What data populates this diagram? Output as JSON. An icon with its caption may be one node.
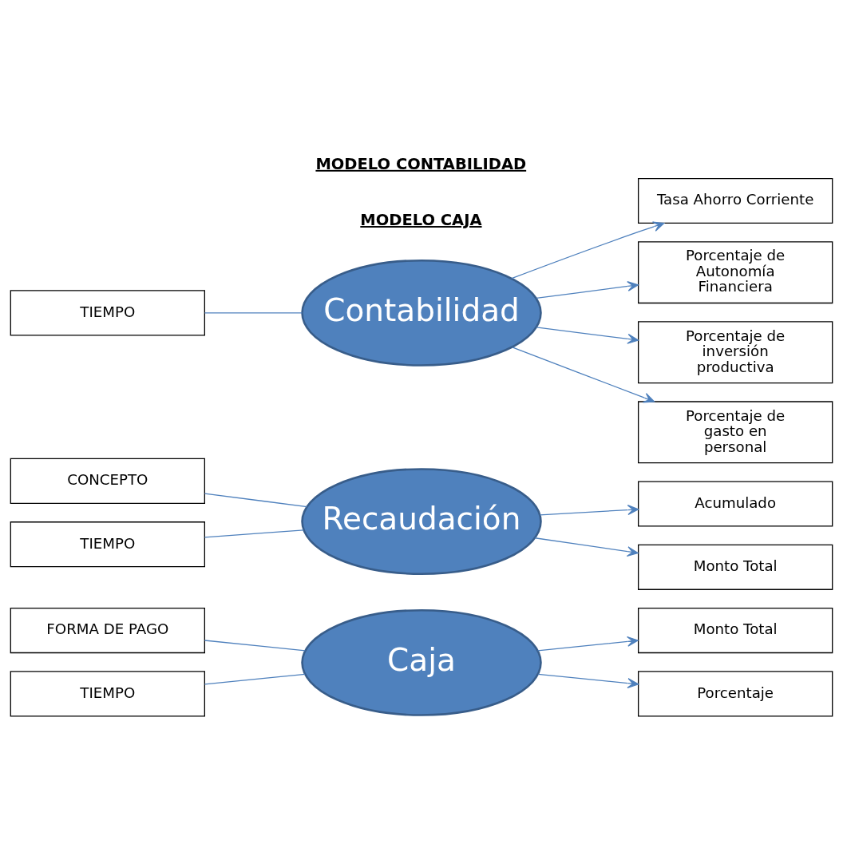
{
  "diagram": {
    "nodes": [
      {
        "text": [
          "FORMA DE PAGO"
        ]
      },
      {
        "text": [
          "Caja"
        ]
      },
      {
        "text": [
          "TIEMPO"
        ]
      },
      {
        "text": [
          "Monto Total"
        ]
      },
      {
        "text": [
          "Porcentaje"
        ]
      },
      {
        "text": [
          "CONCEPTO"
        ]
      },
      {
        "text": [
          "Recaudación"
        ]
      },
      {
        "text": [
          "TIEMPO"
        ]
      },
      {
        "text": [
          "Acumulado"
        ]
      },
      {
        "text": [
          "Monto Total"
        ]
      },
      {
        "text": [
          "TIEMPO"
        ]
      },
      {
        "text": [
          "Contabilidad"
        ]
      },
      {
        "text": [
          "Tasa Ahorro Corriente"
        ]
      },
      {
        "text": [
          "Porcentaje de Autonomía Financiera"
        ]
      },
      {
        "text": [
          "Porcentaje de inversión productiva"
        ]
      },
      {
        "text": [
          "Porcentaje de gasto en personal"
        ]
      }
    ],
    "edges": [
      {
        "from": 0,
        "to": 1,
        "arrow": "none"
      },
      {
        "from": 2,
        "to": 1,
        "arrow": "none"
      },
      {
        "from": 1,
        "to": 3,
        "arrow": "to"
      },
      {
        "from": 1,
        "to": 4,
        "arrow": "to"
      },
      {
        "from": 5,
        "to": 6,
        "arrow": "none"
      },
      {
        "from": 7,
        "to": 6,
        "arrow": "none"
      },
      {
        "from": 6,
        "to": 8,
        "arrow": "to"
      },
      {
        "from": 6,
        "to": 9,
        "arrow": "to"
      },
      {
        "from": 10,
        "to": 11,
        "arrow": "none"
      },
      {
        "from": 11,
        "to": 12,
        "arrow": "to"
      },
      {
        "from": 11,
        "to": 13,
        "arrow": "to"
      },
      {
        "from": 11,
        "to": 14,
        "arrow": "to"
      },
      {
        "from": 11,
        "to": 15,
        "arrow": "to"
      }
    ],
    "labels": [
      "MODELO CAJA",
      "MODELO CONTABILIDAD"
    ]
  }
}
